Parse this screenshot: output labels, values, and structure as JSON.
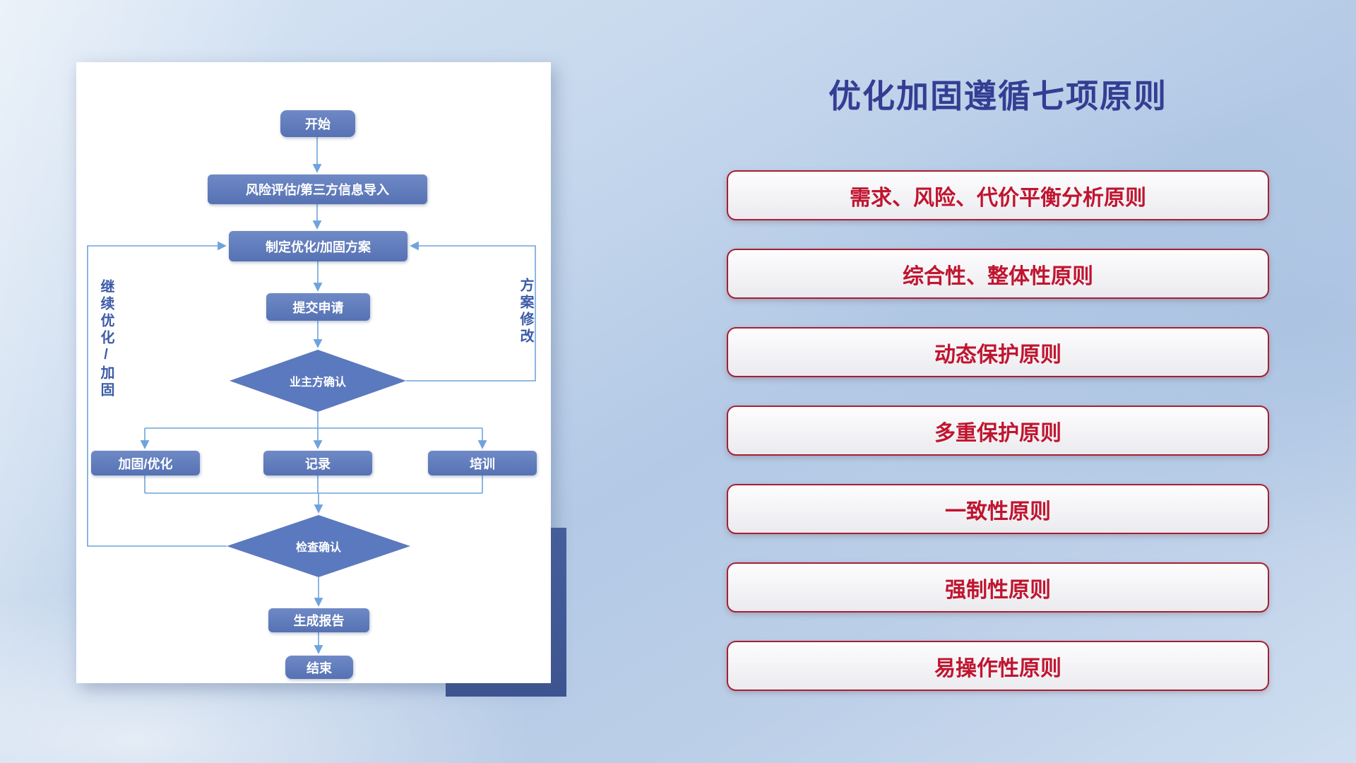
{
  "title": "优化加固遵循七项原则",
  "flowchart": {
    "nodes": {
      "start": "开始",
      "risk_import": "风险评估/第三方信息导入",
      "make_plan": "制定优化/加固方案",
      "submit": "提交申请",
      "owner_confirm": "业主方确认",
      "reinforce": "加固/优化",
      "record": "记录",
      "training": "培训",
      "check_confirm": "检查确认",
      "report": "生成报告",
      "end": "结束"
    },
    "edge_labels": {
      "continue_optimize": "继续优化/加固",
      "plan_modify": "方案修改"
    }
  },
  "principles": [
    "需求、风险、代价平衡分析原则",
    "综合性、整体性原则",
    "动态保护原则",
    "多重保护原则",
    "一致性原则",
    "强制性原则",
    "易操作性原则"
  ],
  "colors": {
    "node_fill": "#5b79be",
    "connector": "#6fa3dc",
    "title_text": "#333e93",
    "principle_text": "#c0152f",
    "principle_border": "#a61f34"
  }
}
